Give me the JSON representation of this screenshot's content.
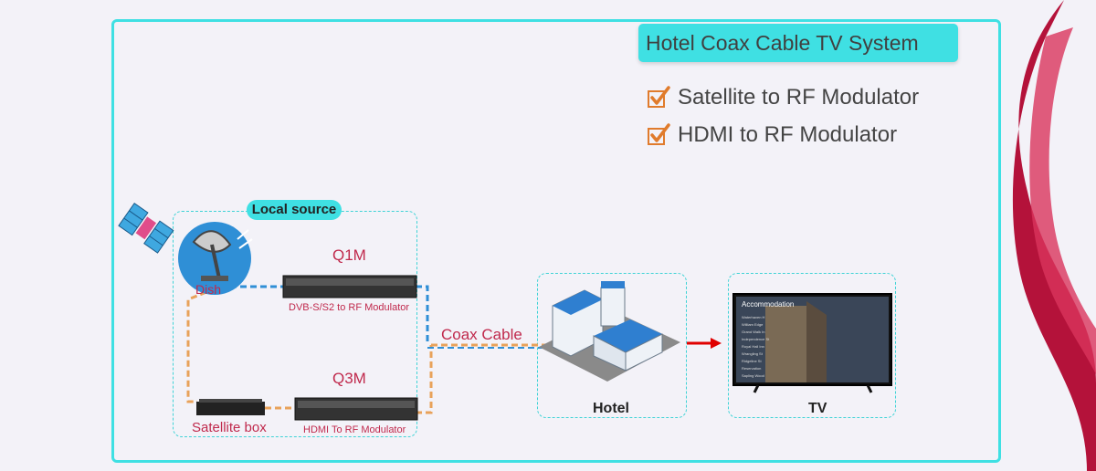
{
  "title": "Hotel Coax Cable TV System",
  "features": [
    "Satellite to RF Modulator",
    "HDMI to RF Modulator"
  ],
  "local_source": {
    "label": "Local source",
    "dish_label": "Dish",
    "satellite_box_label": "Satellite box"
  },
  "q1m": {
    "model": "Q1M",
    "description": "DVB-S/S2 to RF Modulator"
  },
  "q3m": {
    "model": "Q3M",
    "description": "HDMI To RF Modulator"
  },
  "coax_label": "Coax Cable",
  "hotel_label": "Hotel",
  "tv": {
    "label": "TV",
    "screen_heading": "Accommodation",
    "menu_items": [
      "Waterhaven H",
      "William Edge",
      "Grand Walk In",
      "Independence St",
      "Royal Hall Inn",
      "Wrangling St",
      "Ridgeline St",
      "Reservation",
      "Sapling Wood"
    ]
  },
  "colors": {
    "accent": "#3fe0e3",
    "label_red": "#c0294c",
    "line_blue": "#2f8fd6",
    "line_orange": "#e8a25a",
    "arrow_red": "#e00000",
    "ribbon": "#b4123a"
  },
  "icons": [
    "check-icon",
    "satellite-icon",
    "dish-icon",
    "hotel-building-icon",
    "tv-icon",
    "arrow-right-icon"
  ]
}
